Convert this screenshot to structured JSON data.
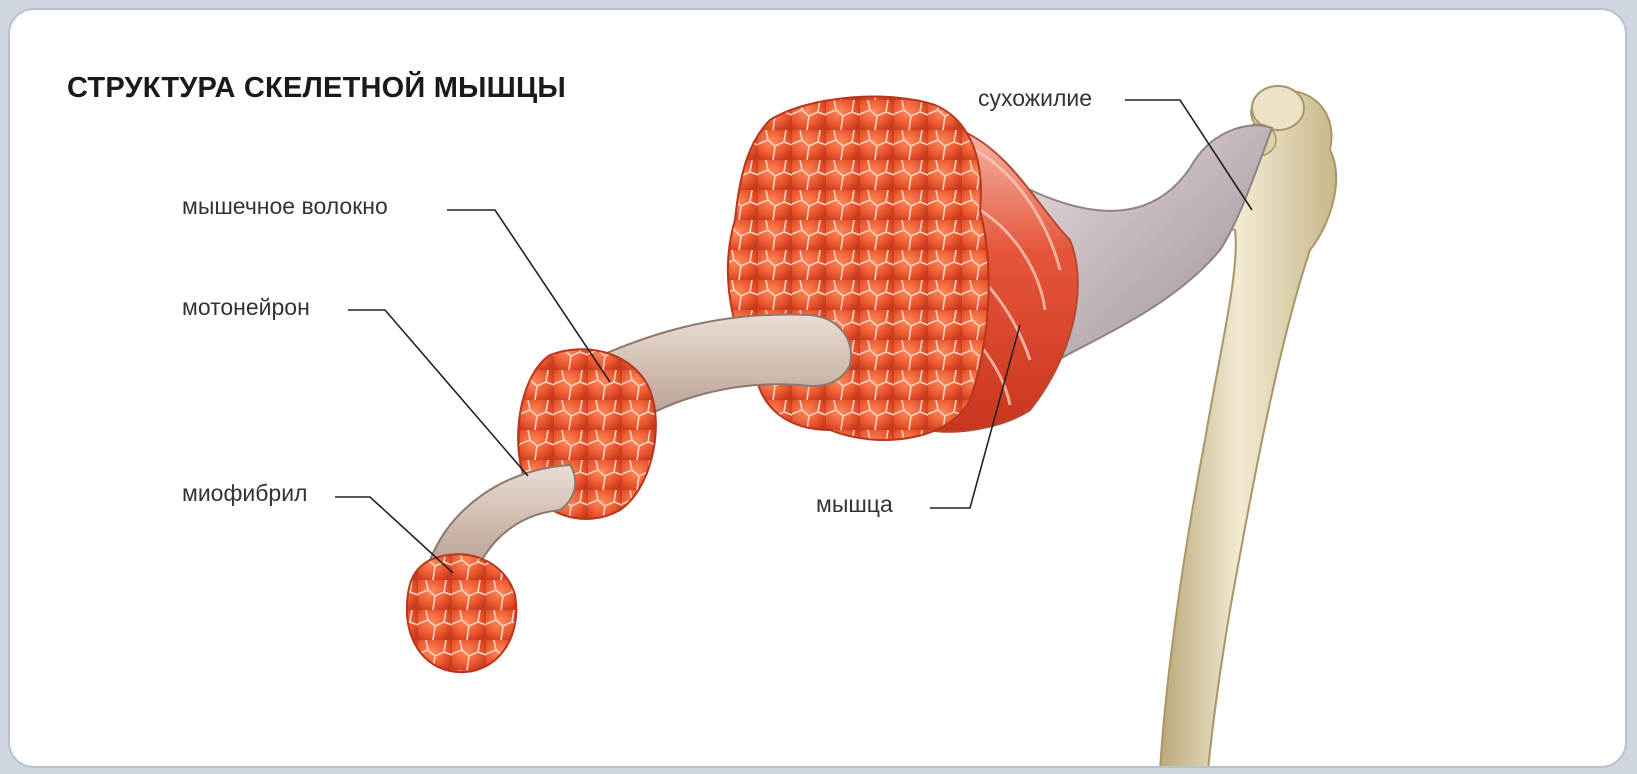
{
  "title": "СТРУКТУРА СКЕЛЕТНОЙ МЫШЦЫ",
  "labels": {
    "tendon": "сухожилие",
    "muscle_fiber": "мышечное волокно",
    "motoneuron": "мотонейрон",
    "myofibril": "миофибрил",
    "muscle": "мышца"
  },
  "colors": {
    "muscle": "#e8502c",
    "muscle_light": "#ff8a5c",
    "bone": "#e6dcc0",
    "tendon": "#cfc2c4",
    "sheath": "#d8c8bd"
  }
}
